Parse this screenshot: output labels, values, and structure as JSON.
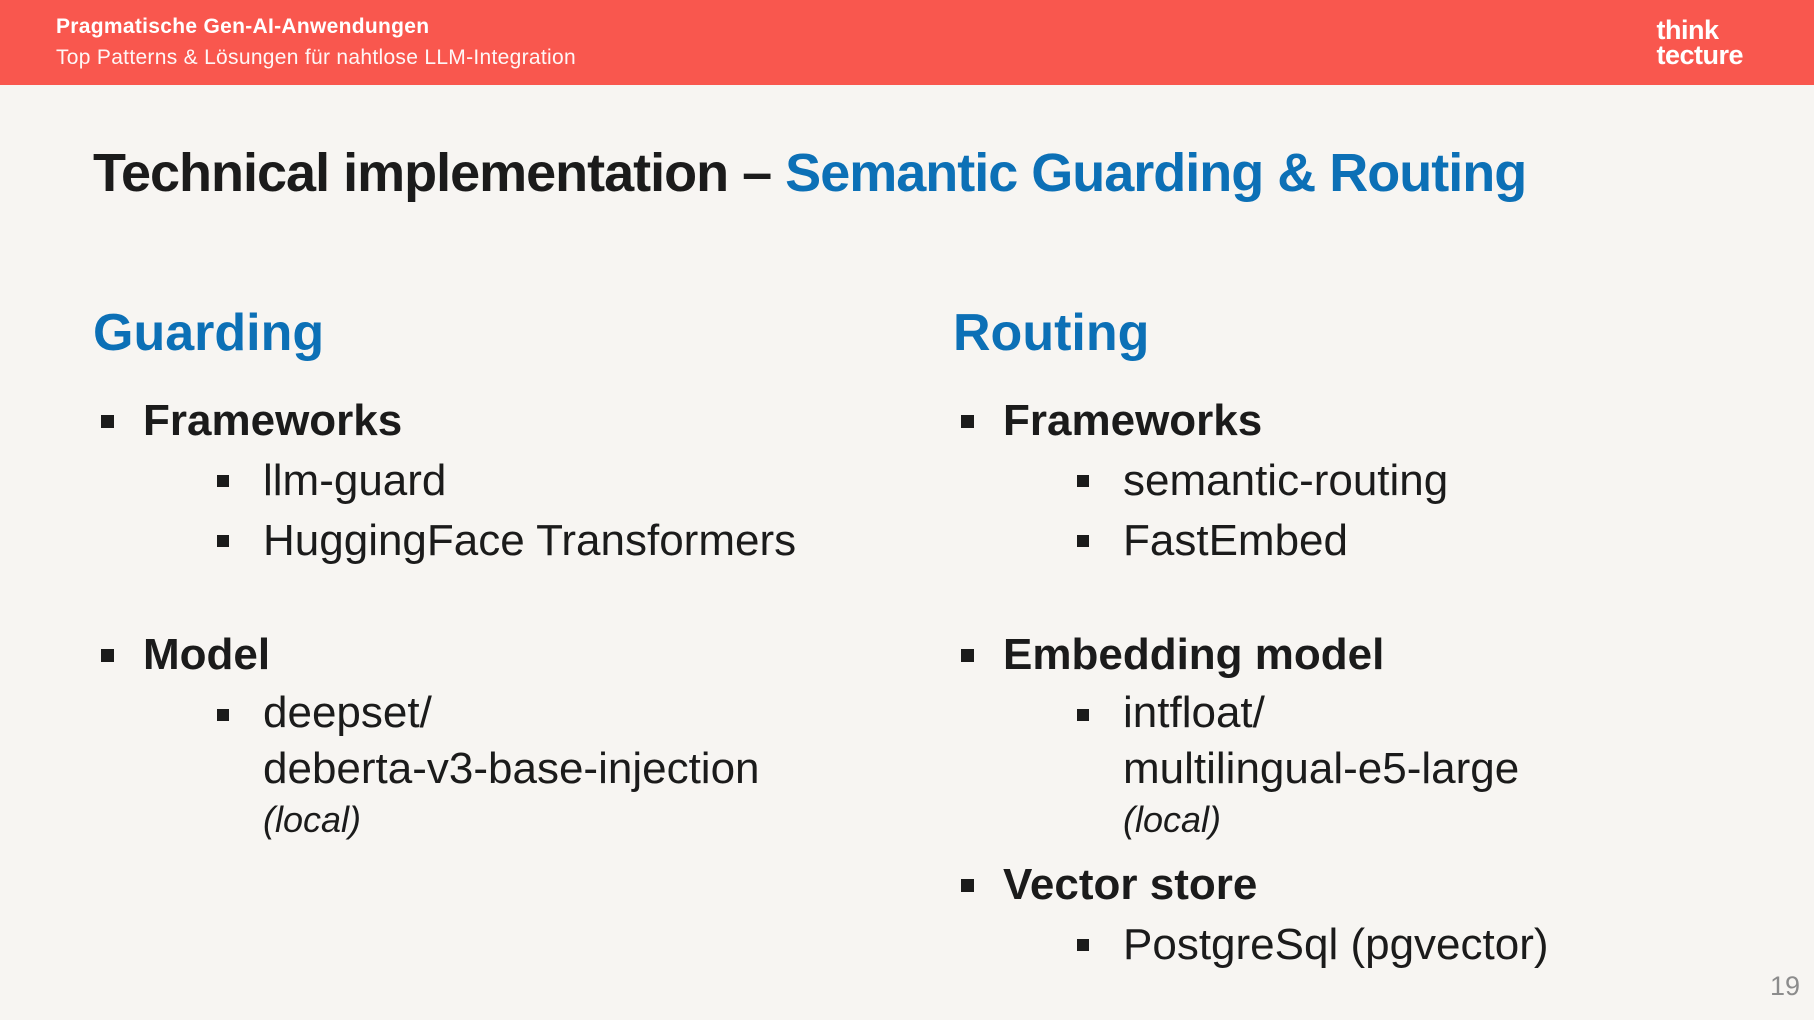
{
  "header": {
    "title": "Pragmatische Gen-AI-Anwendungen",
    "subtitle": "Top Patterns & Lösungen für nahtlose LLM-Integration",
    "logo_line1": "think",
    "logo_line2": "tecture"
  },
  "slide": {
    "title_prefix": "Technical implementation – ",
    "title_accent": "Semantic Guarding & Routing",
    "page_number": "19"
  },
  "colors": {
    "accent_red": "#F9574E",
    "accent_blue": "#0C70B6",
    "background": "#F7F5F2",
    "text": "#1B1B1B",
    "page_number_gray": "#8C8C8C"
  },
  "columns": [
    {
      "heading": "Guarding",
      "groups": [
        {
          "label": "Frameworks",
          "items": [
            {
              "lines": [
                "llm-guard"
              ]
            },
            {
              "lines": [
                "HuggingFace Transformers"
              ]
            }
          ]
        },
        {
          "label": "Model",
          "items": [
            {
              "lines": [
                "deepset/",
                "deberta-v3-base-injection"
              ],
              "note": "(local)"
            }
          ]
        }
      ]
    },
    {
      "heading": "Routing",
      "groups": [
        {
          "label": "Frameworks",
          "items": [
            {
              "lines": [
                "semantic-routing"
              ]
            },
            {
              "lines": [
                "FastEmbed"
              ]
            }
          ]
        },
        {
          "label": "Embedding model",
          "items": [
            {
              "lines": [
                "intfloat/",
                "multilingual-e5-large"
              ],
              "note": "(local)"
            }
          ]
        },
        {
          "label": "Vector store",
          "items": [
            {
              "lines": [
                "PostgreSql (pgvector)"
              ]
            }
          ]
        }
      ]
    }
  ]
}
